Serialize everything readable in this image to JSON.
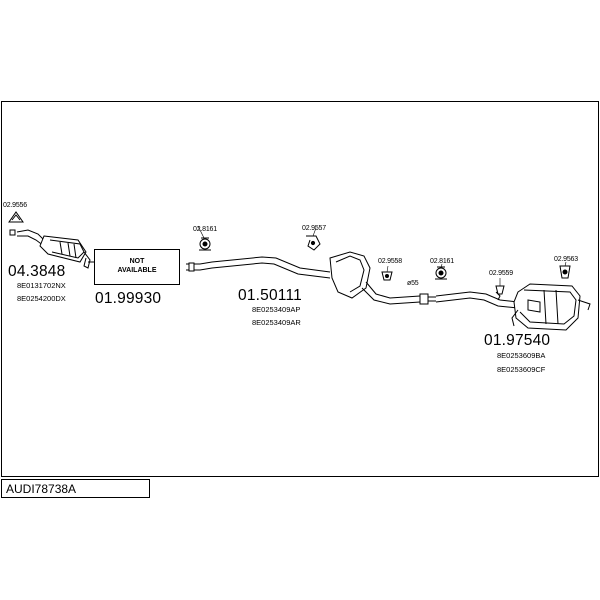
{
  "diagram": {
    "model_code": "AUDI78738A",
    "parts": [
      {
        "id": "cat",
        "number": "04.3848",
        "oem": [
          "8E0131702NX",
          "8E0254200DX"
        ]
      },
      {
        "id": "na",
        "number": "01.99930",
        "note": [
          "NOT",
          "AVAILABLE"
        ]
      },
      {
        "id": "mid",
        "number": "01.50111",
        "oem": [
          "8E0253409AP",
          "8E0253409AR"
        ]
      },
      {
        "id": "rear",
        "number": "01.97540",
        "oem": [
          "8E0253609BA",
          "8E0253609CF"
        ]
      }
    ],
    "fittings": [
      {
        "id": "f1",
        "number": "02.9556"
      },
      {
        "id": "f2",
        "number": "02.8161"
      },
      {
        "id": "f3",
        "number": "02.9557"
      },
      {
        "id": "f4",
        "number": "02.9558"
      },
      {
        "id": "f5",
        "number": "02.8161"
      },
      {
        "id": "f6",
        "number": "02.9559"
      },
      {
        "id": "f7",
        "number": "02.9563"
      }
    ],
    "pipe_diameter": "ø55"
  },
  "colors": {
    "line": "#000000",
    "background": "#ffffff"
  }
}
